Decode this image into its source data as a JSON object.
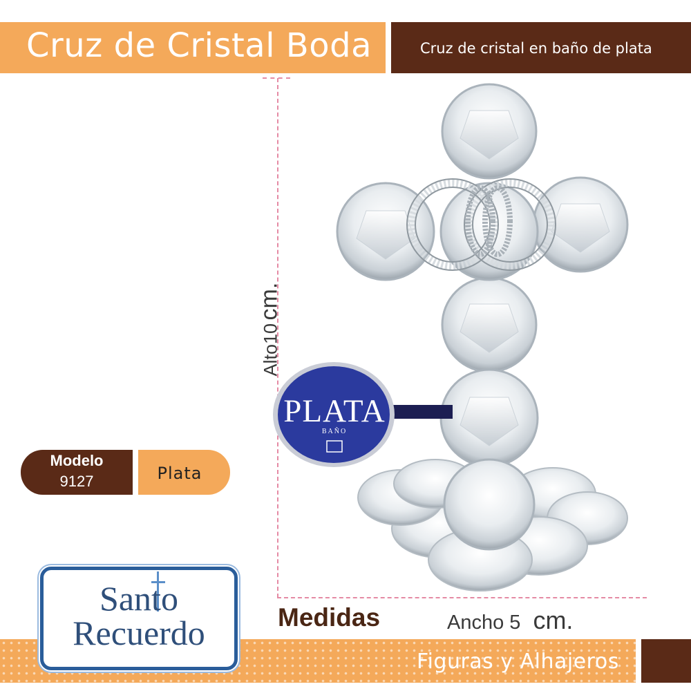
{
  "header": {
    "title": "Cruz de Cristal Boda",
    "subtitle": "Cruz de cristal en baño de plata"
  },
  "dimensions": {
    "alto_word": "Alto",
    "alto_value": "10",
    "alto_unit": "cm.",
    "medidas_label": "Medidas",
    "ancho_word": "Ancho",
    "ancho_value": "5",
    "ancho_unit": "cm."
  },
  "model": {
    "label": "Modelo",
    "number": "9127",
    "finish": "Plata"
  },
  "badge": {
    "title": "PLATA",
    "subtitle": "BAÑO"
  },
  "logo": {
    "line1": "Santo",
    "line2": "Recuerdo"
  },
  "footer": {
    "category": "Figuras y Alhajeros"
  },
  "colors": {
    "orange": "#f4a95a",
    "brown": "#5a2a17",
    "logo_blue": "#2a5d9a",
    "badge_blue": "#2b3a9e",
    "dashed_pink": "#e58aa4"
  }
}
